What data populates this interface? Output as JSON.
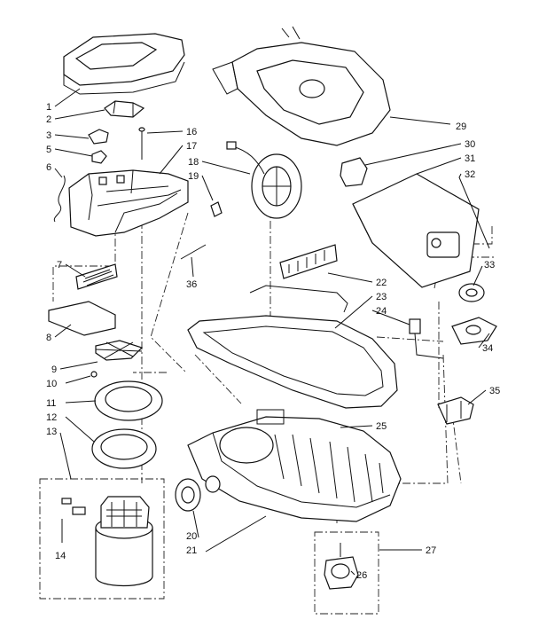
{
  "diagram": {
    "callouts": [
      {
        "id": "c1",
        "label": "1"
      },
      {
        "id": "c2",
        "label": "2"
      },
      {
        "id": "c3",
        "label": "3"
      },
      {
        "id": "c5",
        "label": "5"
      },
      {
        "id": "c6",
        "label": "6"
      },
      {
        "id": "c7",
        "label": "7"
      },
      {
        "id": "c8",
        "label": "8"
      },
      {
        "id": "c9",
        "label": "9"
      },
      {
        "id": "c10",
        "label": "10"
      },
      {
        "id": "c11",
        "label": "11"
      },
      {
        "id": "c12",
        "label": "12"
      },
      {
        "id": "c13",
        "label": "13"
      },
      {
        "id": "c14",
        "label": "14"
      },
      {
        "id": "c16",
        "label": "16"
      },
      {
        "id": "c17",
        "label": "17"
      },
      {
        "id": "c18",
        "label": "18"
      },
      {
        "id": "c19",
        "label": "19"
      },
      {
        "id": "c20",
        "label": "20"
      },
      {
        "id": "c21",
        "label": "21"
      },
      {
        "id": "c22",
        "label": "22"
      },
      {
        "id": "c23",
        "label": "23"
      },
      {
        "id": "c24",
        "label": "24"
      },
      {
        "id": "c25",
        "label": "25"
      },
      {
        "id": "c26",
        "label": "26"
      },
      {
        "id": "c27",
        "label": "27"
      },
      {
        "id": "c29",
        "label": "29"
      },
      {
        "id": "c30",
        "label": "30"
      },
      {
        "id": "c31",
        "label": "31"
      },
      {
        "id": "c32",
        "label": "32"
      },
      {
        "id": "c33",
        "label": "33"
      },
      {
        "id": "c34",
        "label": "34"
      },
      {
        "id": "c35",
        "label": "35"
      },
      {
        "id": "c36",
        "label": "36"
      }
    ]
  }
}
